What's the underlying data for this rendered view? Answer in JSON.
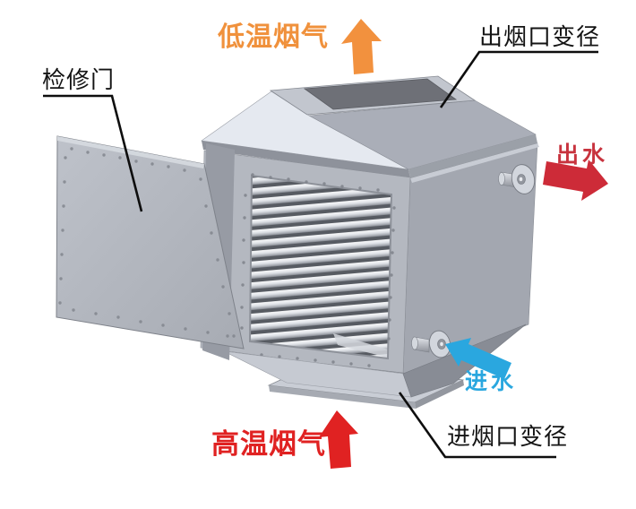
{
  "labels": {
    "low_temp_flue_gas": "低温烟气",
    "outlet_reducer": "出烟口变径",
    "access_door": "检修门",
    "water_outlet": "出水",
    "water_inlet": "进水",
    "high_temp_flue_gas": "高温烟气",
    "inlet_reducer": "进烟口变径"
  },
  "colors": {
    "orange": "#F2913E",
    "red": "#E02222",
    "crimson": "#CD2B38",
    "blue": "#2AA7DF",
    "leader_black": "#0E0E0E"
  },
  "icons": {
    "flue_gas_out_arrow": "up-arrow",
    "water_out_arrow": "right-arrow",
    "water_in_arrow": "left-arrow",
    "flue_gas_in_arrow": "up-arrow"
  }
}
